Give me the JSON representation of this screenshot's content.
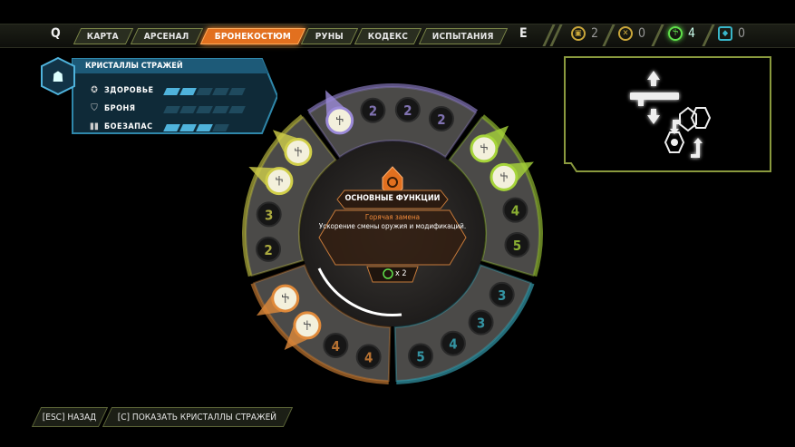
{
  "nav": {
    "prev_key": "Q",
    "next_key": "E",
    "tabs": [
      {
        "label": "КАРТА"
      },
      {
        "label": "АРСЕНАЛ"
      },
      {
        "label": "БРОНЕКОСТЮМ",
        "active": true
      },
      {
        "label": "РУНЫ"
      },
      {
        "label": "КОДЕКС"
      },
      {
        "label": "ИСПЫТАНИЯ"
      }
    ]
  },
  "counters": [
    {
      "icon": "sentinel-battery-icon",
      "value": "2",
      "color": "#c9a63a"
    },
    {
      "icon": "weapon-point-icon",
      "value": "0",
      "color": "#c9a63a"
    },
    {
      "icon": "praetor-token-icon",
      "value": "4",
      "color": "#5fe04a"
    },
    {
      "icon": "sentinel-crystal-icon",
      "value": "0",
      "color": "#39b6c9"
    }
  ],
  "crystals": {
    "title": "КРИСТАЛЛЫ СТРАЖЕЙ",
    "rows": [
      {
        "label": "ЗДОРОВЬЕ",
        "icon": "health-icon",
        "filled": 2,
        "total": 5
      },
      {
        "label": "БРОНЯ",
        "icon": "armor-icon",
        "filled": 0,
        "total": 5
      },
      {
        "label": "БОЕЗАПАС",
        "icon": "ammo-icon",
        "filled": 3,
        "total": 4
      }
    ]
  },
  "info": {
    "category": "ОСНОВНЫЕ ФУНКЦИИ",
    "upgrade_name": "Горячая замена",
    "description": "Ускорение смены оружия и модификаций.",
    "cost": "x 2"
  },
  "wheel": {
    "sectors": [
      {
        "name": "purple",
        "color": "#9b8ad8",
        "slots": [
          "icon",
          "2",
          "2",
          "2"
        ]
      },
      {
        "name": "green",
        "color": "#a6d43a",
        "slots": [
          "icon",
          "icon",
          "4",
          "5"
        ]
      },
      {
        "name": "cyan",
        "color": "#3cb3c6",
        "slots": [
          "3",
          "3",
          "4",
          "5"
        ]
      },
      {
        "name": "orange",
        "color": "#e08a3a",
        "slots": [
          "icon",
          "icon",
          "4",
          "4"
        ]
      },
      {
        "name": "yellow",
        "color": "#d1cf4a",
        "slots": [
          "icon",
          "icon",
          "2",
          "3"
        ]
      }
    ]
  },
  "footer": {
    "back": "[ESC] НАЗАД",
    "show": "[C] ПОКАЗАТЬ КРИСТАЛЛЫ СТРАЖЕЙ"
  },
  "colors": {
    "accent": "#e2701f",
    "nav_border": "#7c8748",
    "crystal": "#4fb3dc"
  }
}
